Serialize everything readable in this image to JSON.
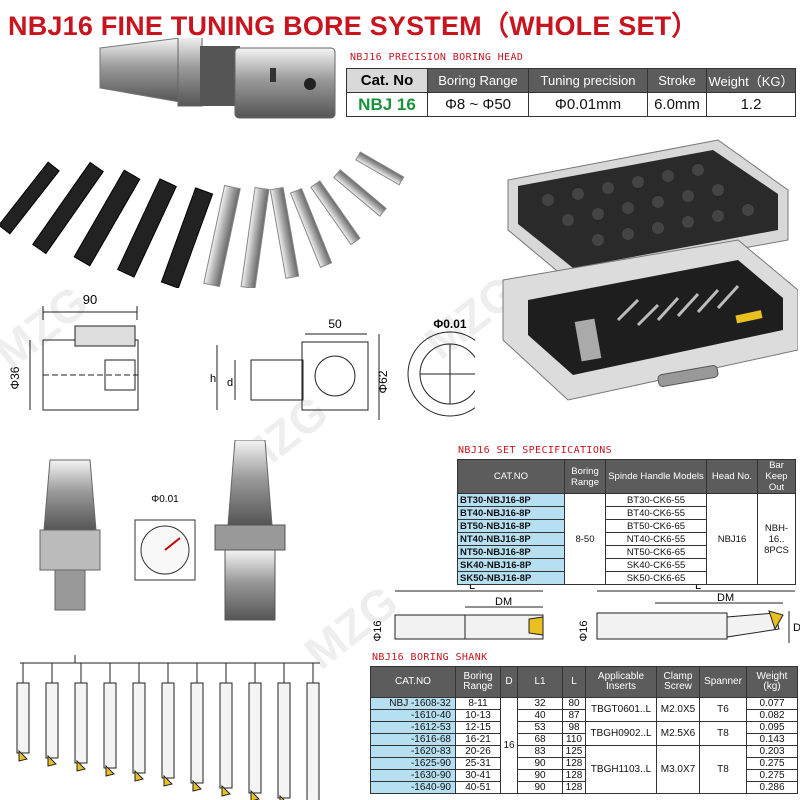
{
  "title": "NBJ16 FINE TUNING BORE SYSTEM（WHOLE SET）",
  "watermark": "MZG",
  "head": {
    "caption": "NBJ16 PRECISION BORING HEAD",
    "headers": [
      "Cat. No",
      "Boring Range",
      "Tuning precision",
      "Stroke",
      "Weight（KG）"
    ],
    "row": [
      "NBJ 16",
      "Φ8 ~ Φ50",
      "Φ0.01mm",
      "6.0mm",
      "1.2"
    ]
  },
  "dims": {
    "len90": "90",
    "dia36": "Φ36",
    "w50": "50",
    "h": "h",
    "d": "d",
    "dia62": "Φ62",
    "p001": "Φ0.01",
    "p001b": "Φ0.01",
    "L1": "L",
    "DM1": "DM",
    "dia16a": "Φ16",
    "L2": "L",
    "DM2": "DM",
    "dia16b": "Φ16",
    "D": "D"
  },
  "set_spec": {
    "caption": "NBJ16 SET SPECIFICATIONS",
    "headers": [
      "CAT.NO",
      "Boring Range",
      "Spinde Handle Models",
      "Head No.",
      "Bar Keep Out"
    ],
    "rows": [
      [
        "BT30-NBJ16-8P",
        "BT30-CK6-55"
      ],
      [
        "BT40-NBJ16-8P",
        "BT40-CK6-55"
      ],
      [
        "BT50-NBJ16-8P",
        "BT50-CK6-65"
      ],
      [
        "NT40-NBJ16-8P",
        "NT40-CK6-55"
      ],
      [
        "NT50-NBJ16-8P",
        "NT50-CK6-65"
      ],
      [
        "SK40-NBJ16-8P",
        "SK40-CK6-55"
      ],
      [
        "SK50-NBJ16-8P",
        "SK50-CK6-65"
      ]
    ],
    "range": "8-50",
    "head_no": "NBJ16",
    "keep_out": "NBH-16..\n8PCS"
  },
  "shank": {
    "caption": "NBJ16 BORING SHANK",
    "headers": [
      "CAT.NO",
      "Boring Range",
      "D",
      "L1",
      "L",
      "Applicable Inserts",
      "Clamp Screw",
      "Spanner",
      "Weight (kg)"
    ],
    "D": "16",
    "rows": [
      {
        "cat": "NBJ -1608-32",
        "range": "8-11",
        "L1": "32",
        "L": "80",
        "w": "0.077"
      },
      {
        "cat": "-1610-40",
        "range": "10-13",
        "L1": "40",
        "L": "87",
        "w": "0.082"
      },
      {
        "cat": "-1612-53",
        "range": "12-15",
        "L1": "53",
        "L": "98",
        "w": "0.095"
      },
      {
        "cat": "-1616-68",
        "range": "16-21",
        "L1": "68",
        "L": "110",
        "w": "0.143"
      },
      {
        "cat": "-1620-83",
        "range": "20-26",
        "L1": "83",
        "L": "125",
        "w": "0.203"
      },
      {
        "cat": "-1625-90",
        "range": "25-31",
        "L1": "90",
        "L": "128",
        "w": "0.275"
      },
      {
        "cat": "-1630-90",
        "range": "30-41",
        "L1": "90",
        "L": "128",
        "w": "0.275"
      },
      {
        "cat": "-1640-90",
        "range": "40-51",
        "L1": "90",
        "L": "128",
        "w": "0.286"
      }
    ],
    "groups": [
      {
        "ins": "TBGT0601..L",
        "scr": "M2.0X5",
        "span": "T6"
      },
      {
        "ins": "TBGH0902..L",
        "scr": "M2.5X6",
        "span": "T8"
      },
      {
        "ins": "TBGH1103..L",
        "scr": "M3.0X7",
        "span": "T8"
      }
    ]
  }
}
